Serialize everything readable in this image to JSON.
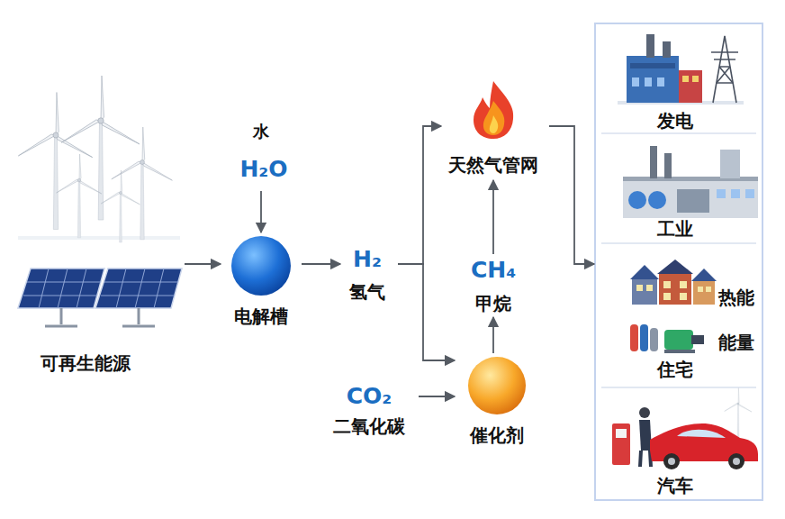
{
  "diagram": {
    "nodes": [
      {
        "text": [
          "可再生能源"
        ]
      },
      {
        "text": [
          "水",
          "H₂O"
        ]
      },
      {
        "text": [
          "电解槽"
        ]
      },
      {
        "text": [
          "H₂",
          "氢气"
        ]
      },
      {
        "text": [
          "天然气管网"
        ]
      },
      {
        "text": [
          "CH₄",
          "甲烷"
        ]
      },
      {
        "text": [
          "CO₂",
          "二氧化碳"
        ]
      },
      {
        "text": [
          "催化剂"
        ]
      },
      {
        "text": []
      },
      {
        "text": [
          "发电"
        ],
        "in": 8
      },
      {
        "text": [
          "工业"
        ],
        "in": 8
      },
      {
        "text": [
          "热能",
          "能量",
          "住宅"
        ],
        "in": 8
      },
      {
        "text": [
          "汽车"
        ],
        "in": 8
      }
    ],
    "edges": [
      {
        "from": 0,
        "to": 2,
        "arrow": "to"
      },
      {
        "from": 1,
        "to": 2,
        "arrow": "to"
      },
      {
        "from": 2,
        "to": 3,
        "arrow": "to"
      },
      {
        "from": 3,
        "to": 4,
        "arrow": "to"
      },
      {
        "from": 3,
        "to": 7,
        "arrow": "to"
      },
      {
        "from": 6,
        "to": 7,
        "arrow": "to"
      },
      {
        "from": 7,
        "to": 5,
        "arrow": "to"
      },
      {
        "from": 5,
        "to": 4,
        "arrow": "to"
      },
      {
        "from": 4,
        "to": 8,
        "arrow": "to"
      }
    ]
  }
}
